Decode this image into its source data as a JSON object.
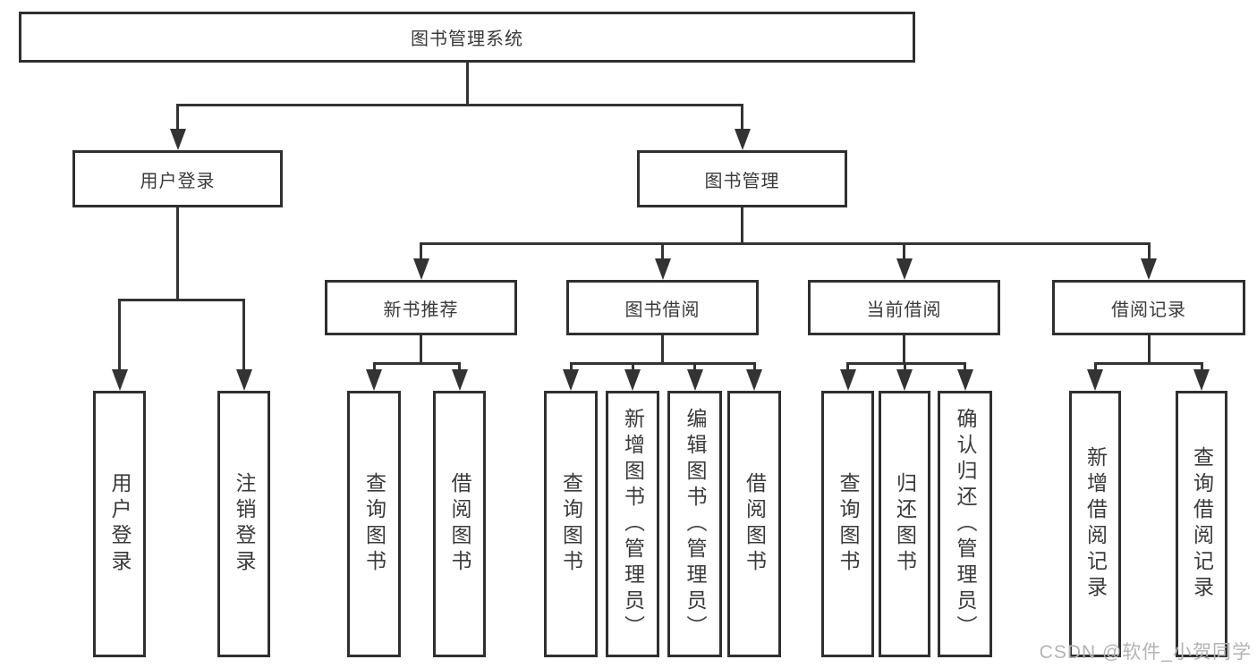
{
  "diagram": {
    "title": "图书管理系统",
    "children": [
      {
        "label": "用户登录",
        "children": [
          {
            "label": "用户登录"
          },
          {
            "label": "注销登录"
          }
        ]
      },
      {
        "label": "图书管理",
        "children": [
          {
            "label": "新书推荐",
            "children": [
              {
                "label": "查询图书"
              },
              {
                "label": "借阅图书"
              }
            ]
          },
          {
            "label": "图书借阅",
            "children": [
              {
                "label": "查询图书"
              },
              {
                "label": "新增图书（管理员）"
              },
              {
                "label": "编辑图书（管理员）"
              },
              {
                "label": "借阅图书"
              }
            ]
          },
          {
            "label": "当前借阅",
            "children": [
              {
                "label": "查询图书"
              },
              {
                "label": "归还图书"
              },
              {
                "label": "确认归还（管理员）"
              }
            ]
          },
          {
            "label": "借阅记录",
            "children": [
              {
                "label": "新增借阅记录"
              },
              {
                "label": "查询借阅记录"
              }
            ]
          }
        ]
      }
    ]
  },
  "watermark": {
    "text": "CSDN @软件_小贺同学"
  },
  "colors": {
    "line": "#333333",
    "border": "#2f2f2f",
    "text": "#3a3a3a",
    "watermark": "#b3b3b3",
    "background": "#ffffff"
  }
}
